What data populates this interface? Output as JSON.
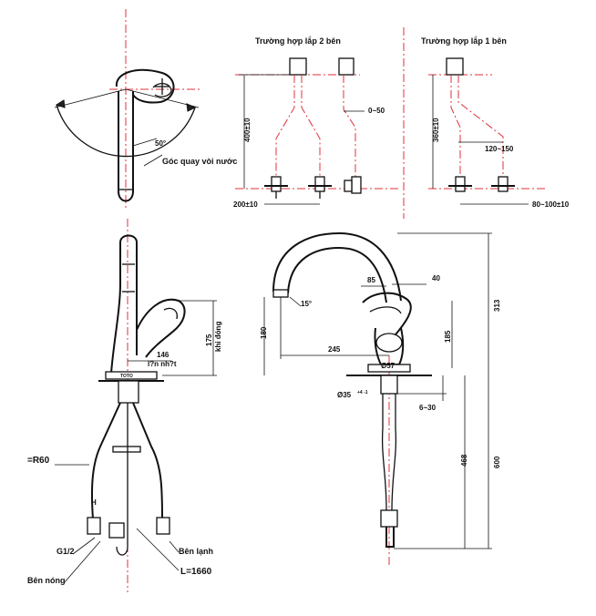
{
  "titles": {
    "two_side": "Trường hợp lắp 2 bên",
    "one_side": "Trường hợp lắp 1 bên"
  },
  "top_view": {
    "angle": "50°",
    "rotation_label": "Góc quay vòi nước"
  },
  "two_side": {
    "height": "400±10",
    "offset": "0~50",
    "spacing": "200±10"
  },
  "one_side": {
    "height": "360±10",
    "offset": "120~150",
    "spacing": "80~100±10"
  },
  "side_view": {
    "handle_height": "175",
    "handle_label": "khi đóng",
    "handle_width": "146",
    "handle_note": "l?n nh?t",
    "brand": "TOTO",
    "radius": "=R60",
    "thread": "G1/2",
    "hot": "Bên nóng",
    "cold": "Bên lạnh",
    "length": "L=1660",
    "hose_mark": "H"
  },
  "front_view": {
    "spout_angle": "15°",
    "spout_height": "180",
    "reach": "245",
    "dim_85": "85",
    "dim_40": "40",
    "dim_185": "185",
    "dim_313": "313",
    "base_dia": "Ø57",
    "hole_dia": "Ø35",
    "hole_tol": "+4 -1",
    "deck_thickness": "6~30",
    "dim_468": "468",
    "dim_600": "600"
  }
}
